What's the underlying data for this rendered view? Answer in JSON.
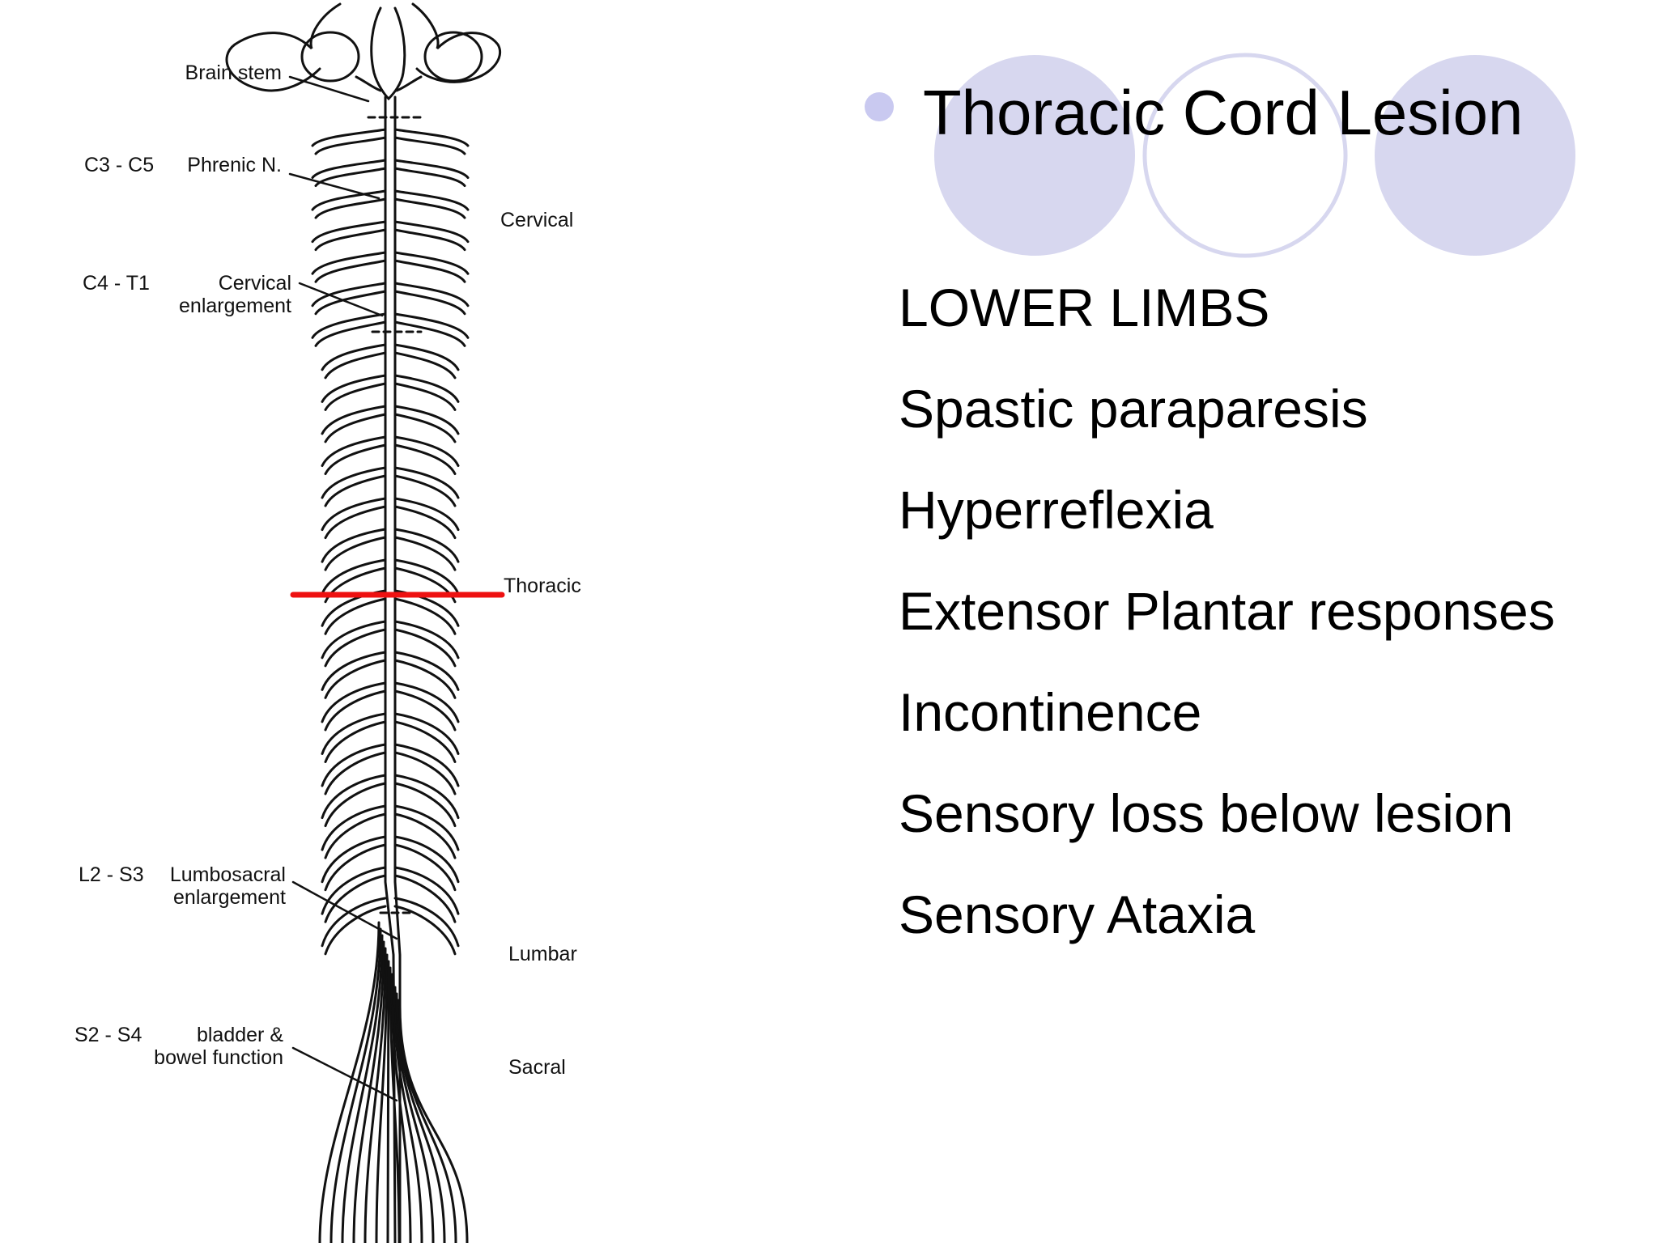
{
  "slide": {
    "title": "Thoracic Cord Lesion",
    "items": [
      "LOWER LIMBS",
      "Spastic paraparesis",
      "Hyperreflexia",
      "Extensor Plantar responses",
      "Incontinence",
      "Sensory loss below lesion",
      "Sensory Ataxia"
    ]
  },
  "diagram": {
    "labels": {
      "brain_stem": "Brain stem",
      "c3_c5": "C3 - C5",
      "phrenic": "Phrenic N.",
      "cervical": "Cervical",
      "c4_t1": "C4 - T1",
      "cervical_enlargement": "Cervical\nenlargement",
      "thoracic": "Thoracic",
      "l2_s3": "L2 - S3",
      "lumbosacral": "Lumbosacral\nenlargement",
      "lumbar": "Lumbar",
      "s2_s4": "S2 - S4",
      "bladder": "bladder &\nbowel function",
      "sacral": "Sacral"
    },
    "lesion_color": "#ee1111"
  },
  "theme": {
    "accent": "#d7d7ef",
    "ring": "#d7d7ef",
    "text": "#000000"
  }
}
